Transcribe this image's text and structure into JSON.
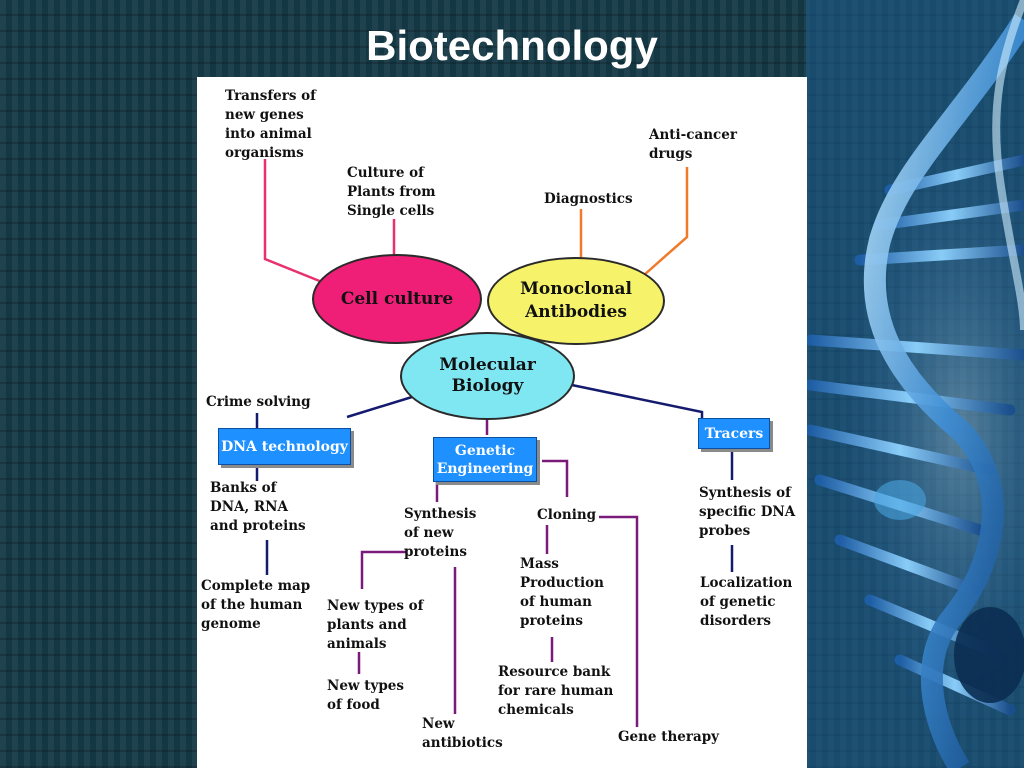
{
  "title": "Biotechnology",
  "colors": {
    "background": "#143744",
    "cell_culture": "#ef1f77",
    "monoclonal": "#f6f36a",
    "molecular_biology": "#7fe7f2",
    "box_fill": "#1e90ff",
    "pink_lines": "#e8326e",
    "orange_lines": "#f07a2a",
    "navy_lines": "#141a6e",
    "purple_lines": "#7a1a7a"
  },
  "diagram": {
    "ellipses": {
      "cell_culture": "Cell culture",
      "monoclonal": "Monoclonal\nAntibodies",
      "molecular_biology": "Molecular\nBiology"
    },
    "boxes": {
      "dna_technology": "DNA technology",
      "genetic_engineering": "Genetic\nEngineering",
      "tracers": "Tracers"
    },
    "labels": {
      "transfers_genes": "Transfers of\nnew genes\ninto animal\norganisms",
      "culture_plants": "Culture of\nPlants from\nSingle cells",
      "diagnostics": "Diagnostics",
      "anticancer": "Anti-cancer\ndrugs",
      "crime_solving": "Crime solving",
      "banks": "Banks of\nDNA, RNA\nand proteins",
      "genome_map": "Complete map\nof the human\ngenome",
      "synthesis_proteins": "Synthesis\nof new\nproteins",
      "new_types_plants": "New types of\nplants and\nanimals",
      "new_types_food": "New types\nof food",
      "new_antibiotics": "New\nantibiotics",
      "cloning": "Cloning",
      "mass_production": "Mass\nProduction\nof human\nproteins",
      "resource_bank": "Resource bank\nfor rare human\nchemicals",
      "gene_therapy": "Gene therapy",
      "synthesis_probes": "Synthesis of\nspecific DNA\nprobes",
      "localization": "Localization\nof genetic\ndisorders"
    }
  }
}
